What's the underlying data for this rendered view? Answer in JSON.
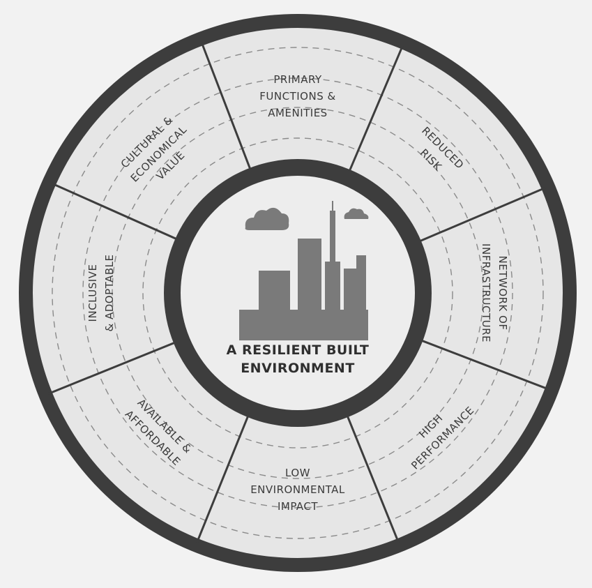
{
  "diagram": {
    "center": {
      "icon": "city-skyline-icon",
      "title_line1": "A RESILIENT BUILT",
      "title_line2": "ENVIRONMENT"
    },
    "segments": [
      {
        "id": "primary-functions",
        "lines": [
          "PRIMARY",
          "FUNCTIONS &",
          "AMENITIES"
        ]
      },
      {
        "id": "reduced-risk",
        "lines": [
          "REDUCED",
          "RISK"
        ]
      },
      {
        "id": "network-of-infrastructure",
        "lines": [
          "NETWORK OF",
          "INFRASTRUCTURE"
        ]
      },
      {
        "id": "high-performance",
        "lines": [
          "HIGH",
          "PERFORMANCE"
        ]
      },
      {
        "id": "low-environmental-impact",
        "lines": [
          "LOW",
          "ENVIRONMENTAL",
          "IMPACT"
        ]
      },
      {
        "id": "available-affordable",
        "lines": [
          "AVAILABLE &",
          "AFFORDABLE"
        ]
      },
      {
        "id": "inclusive-adoptable",
        "lines": [
          "INCLUSIVE",
          "& ADOPTABLE"
        ]
      },
      {
        "id": "cultural-economical-value",
        "lines": [
          "CULTURAL &",
          "ECONOMICAL",
          "VALUE"
        ]
      }
    ],
    "colors": {
      "ring": "#3d3d3d",
      "segment_fill": "#e6e6e6",
      "center_fill": "#ededed",
      "dash": "#8a8a8a",
      "icon": "#7a7a7a",
      "background": "#f2f2f2"
    }
  }
}
